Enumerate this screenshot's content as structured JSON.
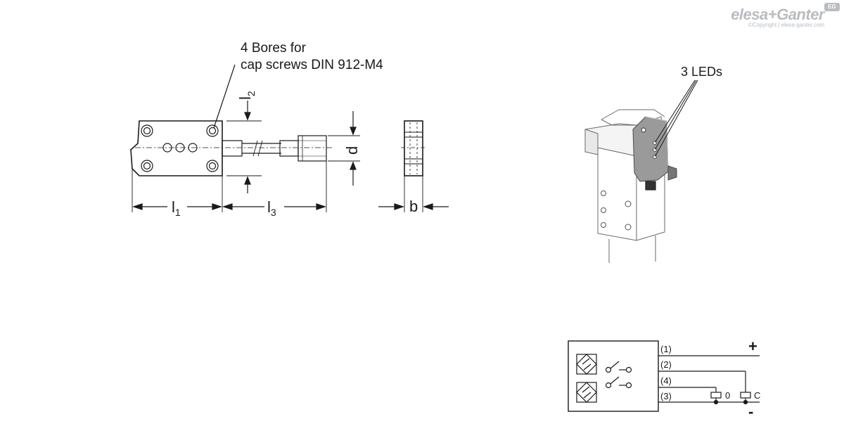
{
  "brand": {
    "name": "elesa+Ganter",
    "copyright": "©Copyright | elesa-ganter.com",
    "badge": "EG"
  },
  "drawing": {
    "note_bores_line1": "4 Bores for",
    "note_bores_line2": "cap screws DIN 912-M4",
    "dim_l1": "l",
    "dim_l1_sub": "1",
    "dim_l2": "l",
    "dim_l2_sub": "2",
    "dim_l3": "l",
    "dim_l3_sub": "3",
    "dim_d": "d",
    "dim_b": "b",
    "leds_label": "3 LEDs"
  },
  "wiring": {
    "pin1": "(1)",
    "pin2": "(2)",
    "pin4": "(4)",
    "pin3": "(3)",
    "plus": "+",
    "minus": "-",
    "load0": "0",
    "loadC": "C"
  },
  "colors": {
    "line": "#1a1a1a",
    "brand": "#b9bcc0",
    "sensor_body": "#9a9a9a"
  }
}
